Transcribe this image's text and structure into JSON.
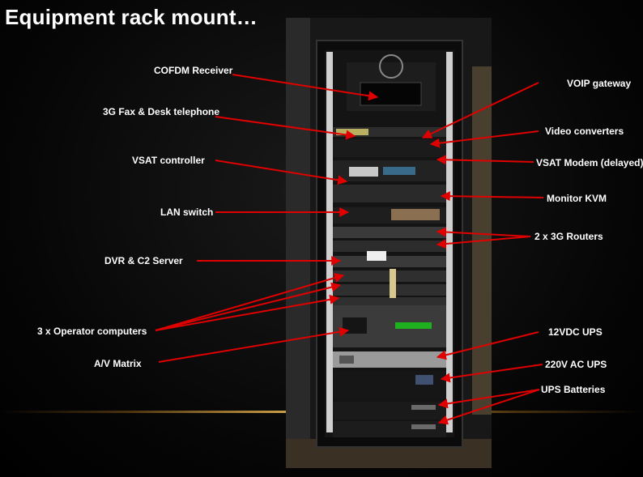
{
  "slide": {
    "title": "Equipment rack mount…"
  },
  "labels": {
    "cofdm": "COFDM Receiver",
    "fax": "3G Fax & Desk telephone",
    "vsat_controller": "VSAT controller",
    "lan_switch": "LAN switch",
    "dvr": "DVR & C2 Server",
    "operator": "3 x Operator computers",
    "av_matrix": "A/V Matrix",
    "voip": "VOIP gateway",
    "video_conv": "Video converters",
    "vsat_modem": "VSAT Modem (delayed)",
    "kvm": "Monitor KVM",
    "routers": "2 x 3G Routers",
    "ups12": "12VDC UPS",
    "ups220": "220V AC UPS",
    "batteries": "UPS Batteries"
  },
  "colors": {
    "arrow": "#e00000",
    "text": "#ffffff",
    "background": "#000000"
  }
}
